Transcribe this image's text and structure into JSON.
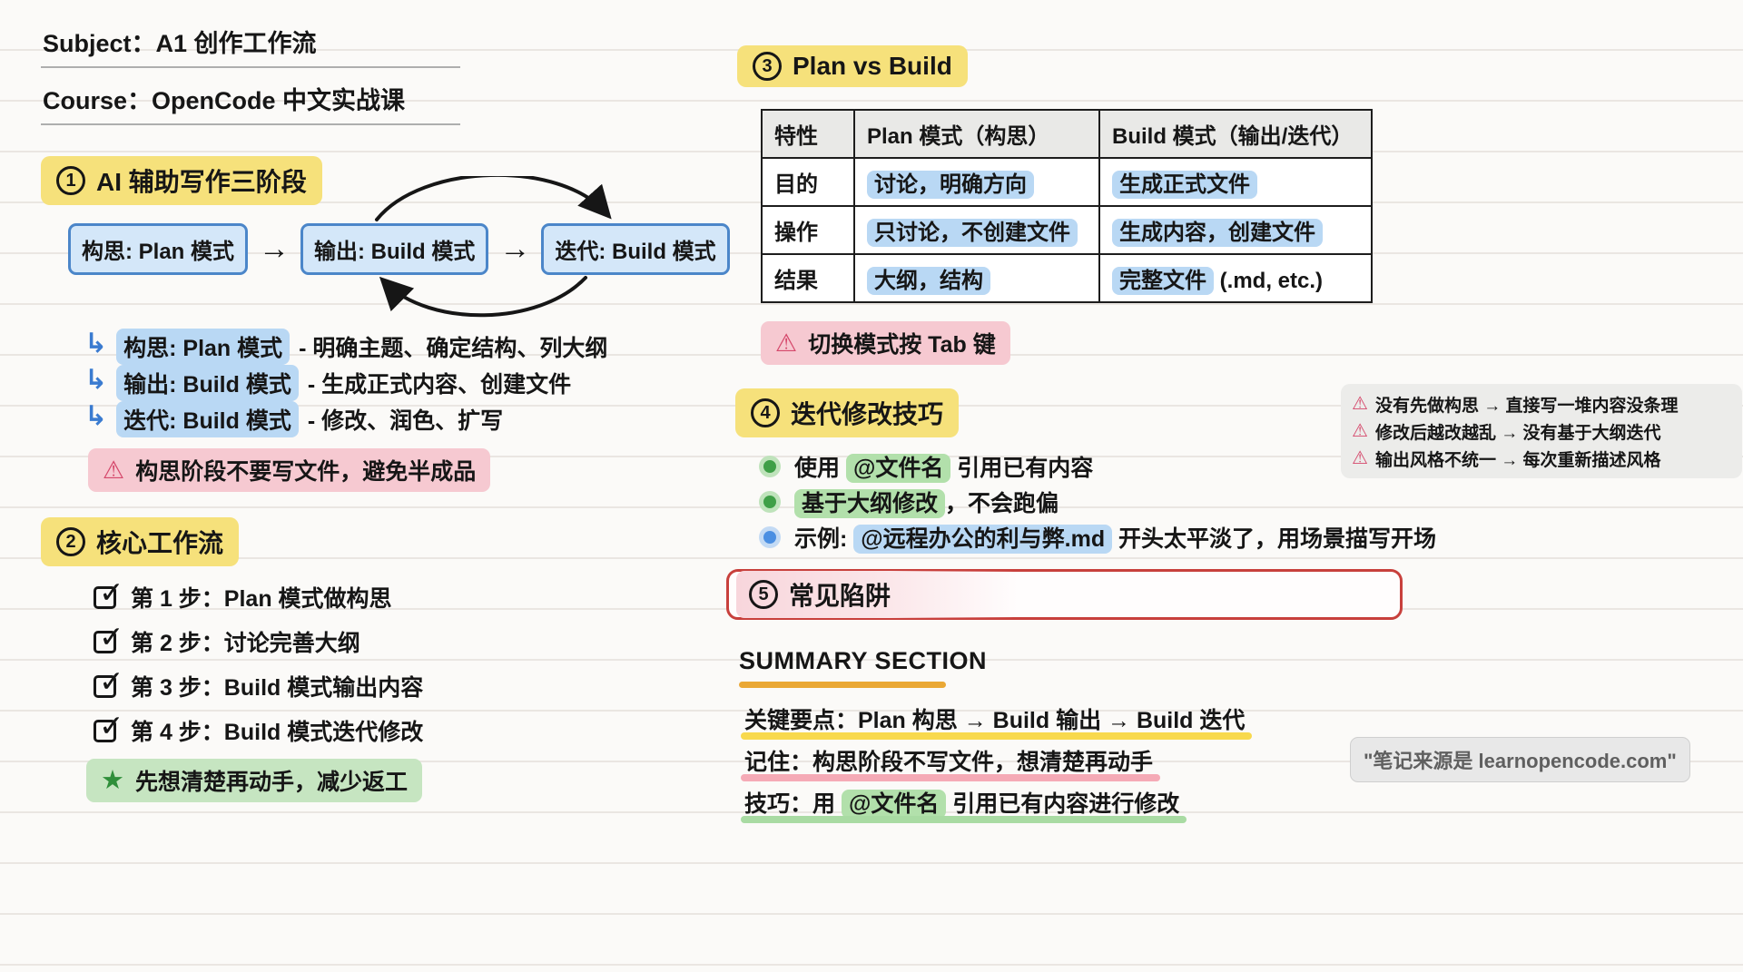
{
  "colors": {
    "yellow_highlight": "#f6e17b",
    "blue_node_fill": "#d4e7f9",
    "blue_node_border": "#4b86c9",
    "blue_text_highlight": "#b9d8f4",
    "pink_warning_bg": "#f6c9d1",
    "warning_red": "#d5486b",
    "green_tip_bg": "#c6e5c1",
    "green_text_highlight": "#b2e0ab",
    "gray_box_bg": "#ececea",
    "table_header_bg": "#e9e9e7",
    "red_box_border": "#c8403c",
    "gold_bar": "#eaa835",
    "yellow_bar": "#f8d94d",
    "pink_bar": "#f5aab6",
    "green_bar": "#a9dba3"
  },
  "header": {
    "subject": "Subject：A1 创作工作流",
    "course": "Course：OpenCode 中文实战课"
  },
  "section1": {
    "num": "1",
    "title": "AI 辅助写作三阶段",
    "flow_nodes": [
      "构思: Plan 模式",
      "输出: Build 模式",
      "迭代: Build 模式"
    ],
    "flow_arrow": "→",
    "bullets": [
      {
        "marker": "↳",
        "term": "构思: Plan 模式",
        "desc": "- 明确主题、确定结构、列大纲"
      },
      {
        "marker": "↳",
        "term": "输出: Build 模式",
        "desc": "- 生成正式内容、创建文件"
      },
      {
        "marker": "↳",
        "term": "迭代: Build 模式",
        "desc": "- 修改、润色、扩写"
      }
    ],
    "warning_icon": "⚠",
    "warning": "构思阶段不要写文件，避免半成品"
  },
  "section2": {
    "num": "2",
    "title": "核心工作流",
    "steps": [
      "第 1 步：Plan 模式做构思",
      "第 2 步：讨论完善大纲",
      "第 3 步：Build 模式输出内容",
      "第 4 步：Build 模式迭代修改"
    ],
    "tip_icon": "★",
    "tip": "先想清楚再动手，减少返工"
  },
  "section3": {
    "num": "3",
    "title": "Plan vs Build",
    "table": {
      "headers": [
        "特性",
        "Plan 模式（构思）",
        "Build 模式（输出/迭代）"
      ],
      "rows": [
        {
          "label": "目的",
          "plan": "讨论，明确方向",
          "plan_suffix": "",
          "build": "生成正式文件",
          "build_suffix": ""
        },
        {
          "label": "操作",
          "plan": "只讨论，不创建文件",
          "plan_suffix": "",
          "build": "生成内容，创建文件",
          "build_suffix": ""
        },
        {
          "label": "结果",
          "plan": "大纲，结构",
          "plan_suffix": "",
          "build": "完整文件",
          "build_suffix": " (.md, etc.)"
        }
      ]
    },
    "warning_icon": "⚠",
    "warning": "切换模式按 Tab 键"
  },
  "section4": {
    "num": "4",
    "title": "迭代修改技巧",
    "bullets": [
      {
        "pre": "使用 ",
        "highlight": "@文件名",
        "post": " 引用已有内容"
      },
      {
        "pre": "",
        "highlight": "基于大纲修改",
        "post": "，不会跑偏"
      },
      {
        "pre": "示例: ",
        "highlight": "@远程办公的利与弊.md",
        "post": " 开头太平淡了，用场景描写开场"
      }
    ],
    "pitfalls": [
      {
        "icon": "⚠",
        "text": "没有先做构思 → 直接写一堆内容没条理"
      },
      {
        "icon": "⚠",
        "text": "修改后越改越乱 → 没有基于大纲迭代"
      },
      {
        "icon": "⚠",
        "text": "输出风格不统一 → 每次重新描述风格"
      }
    ]
  },
  "section5": {
    "num": "5",
    "title": "常见陷阱"
  },
  "summary": {
    "heading": "SUMMARY SECTION",
    "lines": [
      {
        "pre": "关键要点：Plan 构思 → Build 输出 → Build 迭代",
        "highlight": "",
        "post": ""
      },
      {
        "pre": "记住：构思阶段不写文件，想清楚再动手",
        "highlight": "",
        "post": ""
      },
      {
        "pre": "技巧：用 ",
        "highlight": "@文件名",
        "post": " 引用已有内容进行修改"
      }
    ]
  },
  "watermark": "\"笔记来源是 learnopencode.com\""
}
